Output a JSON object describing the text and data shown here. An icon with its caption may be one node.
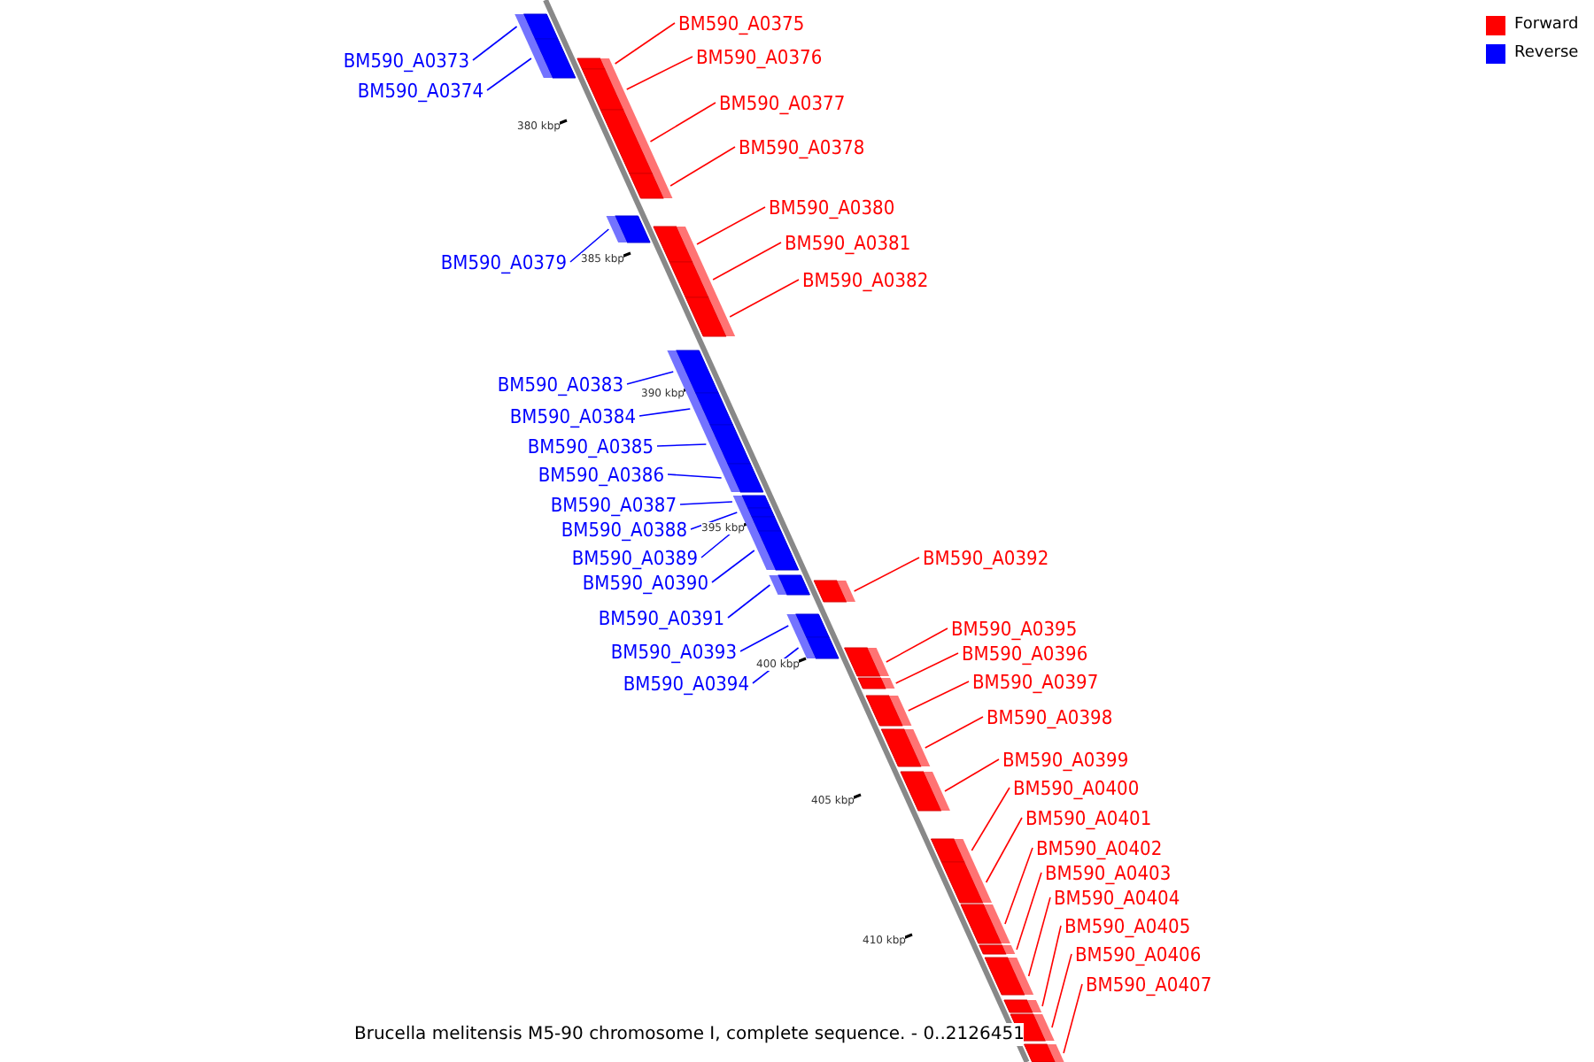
{
  "diagram": {
    "caption": "Brucella melitensis M5-90 chromosome I, complete sequence. - 0..2126451",
    "nodes": [
      {
        "text": [
          "BM590_A0373"
        ]
      },
      {
        "text": [
          "BM590_A0374"
        ]
      },
      {
        "text": [
          "BM590_A0375"
        ]
      },
      {
        "text": [
          "BM590_A0376"
        ]
      },
      {
        "text": [
          "BM590_A0377"
        ]
      },
      {
        "text": [
          "BM590_A0378"
        ]
      },
      {
        "text": [
          "BM590_A0379"
        ]
      },
      {
        "text": [
          "BM590_A0380"
        ]
      },
      {
        "text": [
          "BM590_A0381"
        ]
      },
      {
        "text": [
          "BM590_A0382"
        ]
      },
      {
        "text": [
          "BM590_A0383"
        ]
      },
      {
        "text": [
          "BM590_A0384"
        ]
      },
      {
        "text": [
          "BM590_A0385"
        ]
      },
      {
        "text": [
          "BM590_A0386"
        ]
      },
      {
        "text": [
          "BM590_A0387"
        ]
      },
      {
        "text": [
          "BM590_A0388"
        ]
      },
      {
        "text": [
          "BM590_A0389"
        ]
      },
      {
        "text": [
          "BM590_A0390"
        ]
      },
      {
        "text": [
          "BM590_A0391"
        ]
      },
      {
        "text": [
          "BM590_A0392"
        ]
      },
      {
        "text": [
          "BM590_A0393"
        ]
      },
      {
        "text": [
          "BM590_A0394"
        ]
      },
      {
        "text": [
          "BM590_A0395"
        ]
      },
      {
        "text": [
          "BM590_A0396"
        ]
      },
      {
        "text": [
          "BM590_A0397"
        ]
      },
      {
        "text": [
          "BM590_A0398"
        ]
      },
      {
        "text": [
          "BM590_A0399"
        ]
      },
      {
        "text": [
          "BM590_A0400"
        ]
      },
      {
        "text": [
          "BM590_A0401"
        ]
      },
      {
        "text": [
          "BM590_A0402"
        ]
      },
      {
        "text": [
          "BM590_A0403"
        ]
      },
      {
        "text": [
          "BM590_A0404"
        ]
      },
      {
        "text": [
          "BM590_A0405"
        ]
      },
      {
        "text": [
          "BM590_A0406"
        ]
      },
      {
        "text": [
          "BM590_A0407"
        ]
      },
      {
        "text": [],
        "shape": "bar"
      },
      {
        "text": [],
        "shape": "bar"
      },
      {
        "text": [],
        "shape": "bar"
      },
      {
        "text": [],
        "shape": "bar"
      },
      {
        "text": [],
        "shape": "bar"
      },
      {
        "text": [],
        "shape": "bar"
      },
      {
        "text": [],
        "shape": "bar"
      },
      {
        "text": [],
        "shape": "bar"
      },
      {
        "text": [],
        "shape": "bar"
      },
      {
        "text": [],
        "shape": "bar"
      },
      {
        "text": [],
        "shape": "bar"
      },
      {
        "text": [],
        "shape": "bar"
      },
      {
        "text": [],
        "shape": "bar"
      },
      {
        "text": [],
        "shape": "bar"
      },
      {
        "text": [],
        "shape": "bar"
      },
      {
        "text": [],
        "shape": "bar"
      },
      {
        "text": [],
        "shape": "bar"
      },
      {
        "text": [],
        "shape": "bar"
      },
      {
        "text": [],
        "shape": "bar"
      },
      {
        "text": [],
        "shape": "bar"
      },
      {
        "text": [],
        "shape": "bar"
      },
      {
        "text": [],
        "shape": "bar"
      },
      {
        "text": [],
        "shape": "bar"
      },
      {
        "text": [],
        "shape": "bar"
      },
      {
        "text": [],
        "shape": "bar"
      },
      {
        "text": [],
        "shape": "bar"
      },
      {
        "text": [],
        "shape": "bar"
      },
      {
        "text": [],
        "shape": "bar"
      },
      {
        "text": [],
        "shape": "bar"
      },
      {
        "text": [],
        "shape": "bar"
      },
      {
        "text": [],
        "shape": "bar"
      },
      {
        "text": [],
        "shape": "bar"
      },
      {
        "text": [],
        "shape": "bar"
      },
      {
        "text": [],
        "shape": "bar"
      },
      {
        "text": [],
        "shape": "bar"
      }
    ],
    "edges": [
      {
        "from": 0,
        "to": 35,
        "arrow": "none",
        "color": "#0000ff"
      },
      {
        "from": 1,
        "to": 36,
        "arrow": "none",
        "color": "#0000ff"
      },
      {
        "from": 2,
        "to": 37,
        "arrow": "none"
      },
      {
        "from": 3,
        "to": 38,
        "arrow": "none"
      },
      {
        "from": 4,
        "to": 39,
        "arrow": "none"
      },
      {
        "from": 5,
        "to": 40,
        "arrow": "none"
      },
      {
        "from": 6,
        "to": 41,
        "arrow": "none",
        "color": "#0000ff"
      },
      {
        "from": 7,
        "to": 42,
        "arrow": "none"
      },
      {
        "from": 8,
        "to": 43,
        "arrow": "none"
      },
      {
        "from": 9,
        "to": 44,
        "arrow": "none"
      },
      {
        "from": 10,
        "to": 45,
        "arrow": "none",
        "color": "#0000ff"
      },
      {
        "from": 11,
        "to": 46,
        "arrow": "none",
        "color": "#0000ff"
      },
      {
        "from": 12,
        "to": 47,
        "arrow": "none",
        "color": "#0000ff"
      },
      {
        "from": 13,
        "to": 48,
        "arrow": "none",
        "color": "#0000ff"
      },
      {
        "from": 14,
        "to": 49,
        "arrow": "none",
        "color": "#0000ff"
      },
      {
        "from": 15,
        "to": 50,
        "arrow": "none",
        "color": "#0000ff"
      },
      {
        "from": 16,
        "to": 51,
        "arrow": "none",
        "color": "#0000ff"
      },
      {
        "from": 17,
        "to": 52,
        "arrow": "none",
        "color": "#0000ff"
      },
      {
        "from": 18,
        "to": 53,
        "arrow": "none",
        "color": "#0000ff"
      },
      {
        "from": 19,
        "to": 54,
        "arrow": "none"
      },
      {
        "from": 20,
        "to": 55,
        "arrow": "none",
        "color": "#0000ff"
      },
      {
        "from": 21,
        "to": 56,
        "arrow": "none",
        "color": "#0000ff"
      },
      {
        "from": 22,
        "to": 57,
        "arrow": "none"
      },
      {
        "from": 23,
        "to": 58,
        "arrow": "none"
      },
      {
        "from": 24,
        "to": 59,
        "arrow": "none"
      },
      {
        "from": 25,
        "to": 60,
        "arrow": "none"
      },
      {
        "from": 26,
        "to": 61,
        "arrow": "none"
      },
      {
        "from": 27,
        "to": 62,
        "arrow": "none"
      },
      {
        "from": 28,
        "to": 63,
        "arrow": "none"
      },
      {
        "from": 29,
        "to": 64,
        "arrow": "none"
      },
      {
        "from": 30,
        "to": 65,
        "arrow": "none"
      },
      {
        "from": 31,
        "to": 66,
        "arrow": "none"
      },
      {
        "from": 32,
        "to": 67,
        "arrow": "none"
      },
      {
        "from": 33,
        "to": 68,
        "arrow": "none"
      },
      {
        "from": 34,
        "to": 69,
        "arrow": "none"
      }
    ],
    "labels": [
      "380 kbp",
      "385 kbp",
      "390 kbp",
      "395 kbp",
      "400 kbp",
      "405 kbp",
      "410 kbp"
    ],
    "legend": [
      {
        "text": "Forward",
        "color": "#ff0000"
      },
      {
        "text": "Reverse",
        "color": "#0000ff"
      }
    ]
  }
}
